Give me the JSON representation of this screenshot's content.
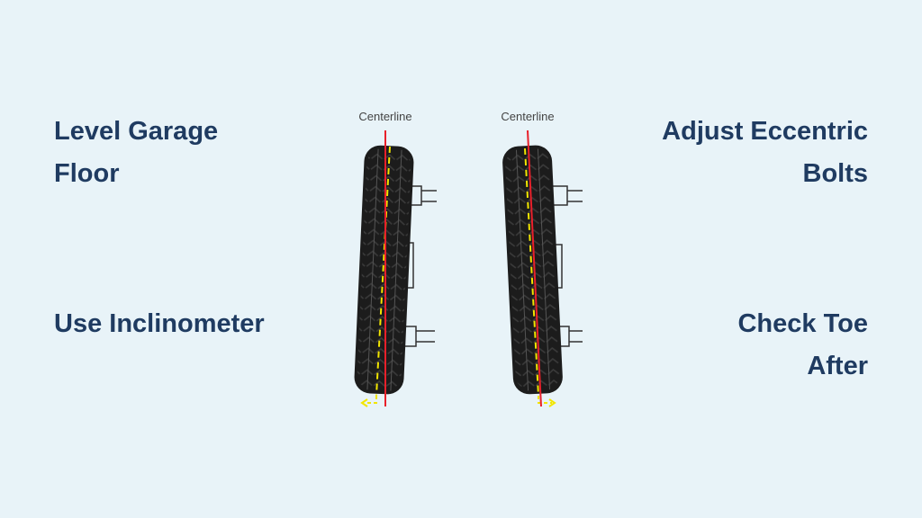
{
  "steps": {
    "top_left": [
      "Level Garage",
      "Floor"
    ],
    "bottom_left": [
      "Use Inclinometer"
    ],
    "top_right": [
      "Adjust Eccentric",
      "Bolts"
    ],
    "bottom_right": [
      "Check Toe",
      "After"
    ]
  },
  "diagram": {
    "left_wheel_label": "Centerline",
    "right_wheel_label": "Centerline",
    "colors": {
      "centerline": "#e8202a",
      "wheel_axis": "#f2e600",
      "tire": "#1c1c1c",
      "text": "#1f3b61",
      "background": "#e8f3f8"
    }
  }
}
